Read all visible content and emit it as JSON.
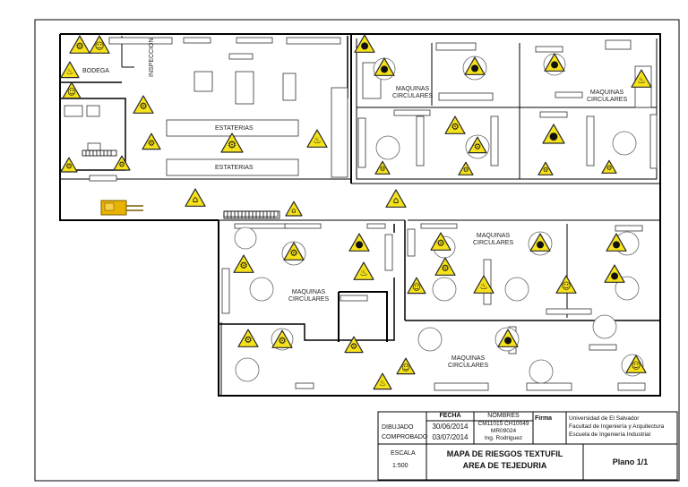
{
  "plan": {
    "labels": {
      "bodega": "BODEGA",
      "inspeccion": "INSPECCION",
      "estaterias_1": "ESTATERIAS",
      "estaterias_2": "ESTATERIAS",
      "maq_1": [
        "MAQUINAS",
        "CIRCULARES"
      ],
      "maq_2": [
        "MAQUINAS",
        "CIRCULARES"
      ],
      "maq_3": [
        "MAQUINAS",
        "CIRCULARES"
      ],
      "maq_4": [
        "MAQUINAS",
        "CIRCULARES"
      ],
      "maq_5": [
        "MAQUINAS",
        "CIRCULARES"
      ]
    },
    "colors": {
      "wall": "#000000",
      "sign_fill": "#f6e21b",
      "sign_stroke": "#2a2a2a",
      "forklift": "#e8b200"
    },
    "sign_types": [
      "circle-hazard",
      "fire-hazard",
      "machine-hazard",
      "forklift-hazard",
      "electrical-hazard",
      "worker-hazard"
    ]
  },
  "title_block": {
    "dibujado": "DIBUJADO",
    "comprobado": "COMPROBADO",
    "fecha_label": "FECHA",
    "fecha_1": "30/06/2014",
    "fecha_2": "03/07/2014",
    "nombres_label": "NOMBRES",
    "nombres": [
      "CM11015 CH10049",
      "MR09024",
      "Ing. Rodriguez"
    ],
    "firma_label": "Firma",
    "universidad": [
      "Universidad de El Salvador",
      "Facultad de Ingeniería y Arquitectura",
      "Escuela de Ingeniería Industrial"
    ],
    "escala_label": "ESCALA",
    "escala": "1:500",
    "title_1": "MAPA DE RIESGOS TEXTUFIL",
    "title_2": "AREA DE TEJEDURIA",
    "plano": "Plano 1/1"
  }
}
